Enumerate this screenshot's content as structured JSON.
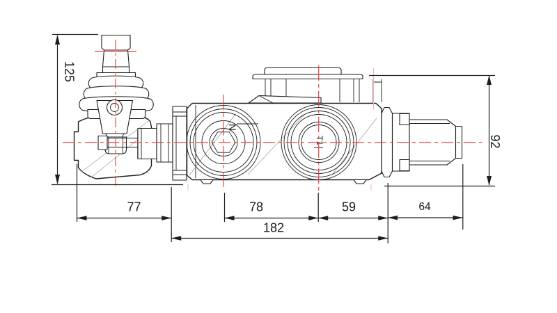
{
  "drawing": {
    "title": "Hydraulic monoblock control valve with joystick lever — dimensioned side view",
    "background_color": "#ffffff",
    "line_color": "#1d1d1d",
    "centerline_color": "#e8413c"
  },
  "dimensions": {
    "lever_height": "125",
    "inlet_section_width": "77",
    "port_spacing": "78",
    "port_to_body_end": "59",
    "outlet_fitting_length": "64",
    "body_overall_length": "182",
    "body_height": "92"
  },
  "ports": {
    "left_label": "N",
    "right_label": "T1"
  }
}
